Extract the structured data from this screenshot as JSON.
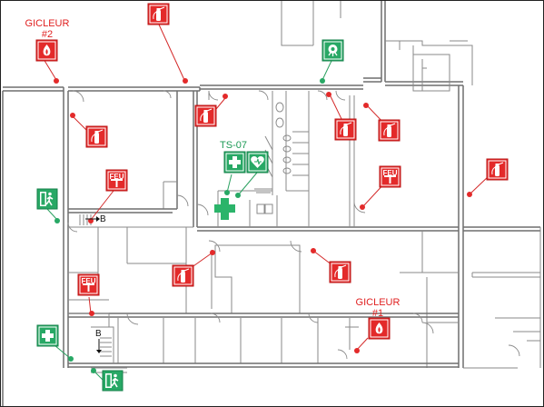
{
  "labels": {
    "gicleur2_line1": "GICLEUR",
    "gicleur2_line2": "#2",
    "gicleur1_line1": "GICLEUR",
    "gicleur1_line2": "#1",
    "ts07": "TS-07",
    "stair_b_top": "B",
    "stair_b_bottom": "B",
    "feu": "FEU"
  },
  "colors": {
    "fire_red": "#e32a2a",
    "safety_green": "#28a865",
    "wall_gray": "#6f6f6f"
  },
  "icons": {
    "extinguisher": "fire-extinguisher-icon",
    "sprinkler": "sprinkler-icon",
    "alarm": "fire-alarm-icon",
    "exit": "emergency-exit-icon",
    "first_aid": "first-aid-icon",
    "defibrillator": "defibrillator-icon",
    "eyewash": "eyewash-icon"
  }
}
